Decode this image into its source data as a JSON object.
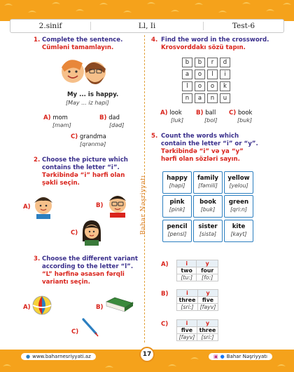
{
  "header": {
    "grade": "2.sinif",
    "letter": "Ll, Ii",
    "test": "Test-6"
  },
  "publisher_vertical": "Bahar Nəşriyyatı",
  "q1": {
    "num": "1.",
    "en": "Complete the sentence.",
    "az": "Cümləni tamamlayın.",
    "sentence": "My ... is happy.",
    "sentence_tr": "[May ... iz hapi]",
    "options": [
      {
        "label": "A)",
        "word": "mom",
        "tr": "[məm]"
      },
      {
        "label": "B)",
        "word": "dad",
        "tr": "[dəd]"
      },
      {
        "label": "C)",
        "word": "grandma",
        "tr": "[qrənmə]"
      }
    ]
  },
  "q2": {
    "num": "2.",
    "en": [
      "Choose the picture which",
      "contains the letter “i”."
    ],
    "az": [
      "Tərkibində “i” hərfi olan",
      "şəkli seçin."
    ],
    "labels": [
      "A)",
      "B)",
      "C)"
    ]
  },
  "q3": {
    "num": "3.",
    "en": [
      "Choose the different variant",
      "according to the letter “l”."
    ],
    "az": [
      "“L” hərfinə əsasən fərqli",
      "variantı seçin."
    ],
    "labels": [
      "A)",
      "B)",
      "C)"
    ]
  },
  "q4": {
    "num": "4.",
    "en": "Find the word in the crossword.",
    "az": "Krosvorddakı sözü tapın.",
    "grid": [
      "b",
      "b",
      "r",
      "d",
      "a",
      "o",
      "l",
      "i",
      "l",
      "o",
      "o",
      "k",
      "n",
      "a",
      "n",
      "u"
    ],
    "options": [
      {
        "label": "A)",
        "word": "look",
        "tr": "[luk]"
      },
      {
        "label": "B)",
        "word": "ball",
        "tr": "[bol]"
      },
      {
        "label": "C)",
        "word": "book",
        "tr": "[buk]"
      }
    ]
  },
  "q5": {
    "num": "5.",
    "en": [
      "Count the words which",
      "contain the letter “i” or “y”."
    ],
    "az": [
      "Tərkibində “i” və ya “y”",
      "hərfi olan sözləri sayın."
    ],
    "words": [
      {
        "w": "happy",
        "t": "[həpi]"
      },
      {
        "w": "family",
        "t": "[fəmili]"
      },
      {
        "w": "yellow",
        "t": "[yelou]"
      },
      {
        "w": "pink",
        "t": "[pink]"
      },
      {
        "w": "book",
        "t": "[buk]"
      },
      {
        "w": "green",
        "t": "[qri:n]"
      },
      {
        "w": "pencil",
        "t": "[pensl]"
      },
      {
        "w": "sister",
        "t": "[sistə]"
      },
      {
        "w": "kite",
        "t": "[kayt]"
      }
    ]
  },
  "q6": {
    "options": [
      {
        "label": "A)",
        "head": [
          "i",
          "y"
        ],
        "words": [
          "two",
          "four"
        ],
        "tr": [
          "[tu:]",
          "[fo:]"
        ]
      },
      {
        "label": "B)",
        "head": [
          "i",
          "y"
        ],
        "words": [
          "three",
          "five"
        ],
        "tr": [
          "[sri:]",
          "[fayv]"
        ]
      },
      {
        "label": "C)",
        "head": [
          "i",
          "y"
        ],
        "words": [
          "five",
          "three"
        ],
        "tr": [
          "[fayv]",
          "[sri:]"
        ]
      }
    ]
  },
  "footer": {
    "website": "www.baharnesriyyati.az",
    "page": "17",
    "brand": "Bahar Nəşriyyatı"
  },
  "colors": {
    "band": "#f5a21b",
    "number": "#d9241c",
    "english": "#3a2f8c",
    "box_border": "#2c7fc0"
  }
}
